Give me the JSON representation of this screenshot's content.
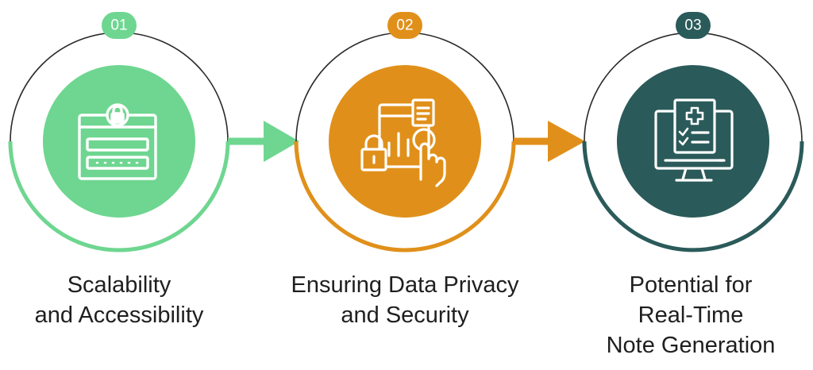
{
  "colors": {
    "step1": "#6ed690",
    "step2": "#e0901a",
    "step3": "#2b5a5a",
    "ring": "#2a2a2a",
    "text": "#1f1f1f"
  },
  "steps": [
    {
      "number": "01",
      "icon": "login-form-lock-icon",
      "lines": [
        "Scalability",
        "and Accessibility"
      ]
    },
    {
      "number": "02",
      "icon": "data-chart-lock-touch-icon",
      "lines": [
        "Ensuring Data Privacy",
        "and Security"
      ]
    },
    {
      "number": "03",
      "icon": "medical-monitor-checklist-icon",
      "lines": [
        "Potential for",
        "Real-Time",
        "Note Generation"
      ]
    }
  ]
}
